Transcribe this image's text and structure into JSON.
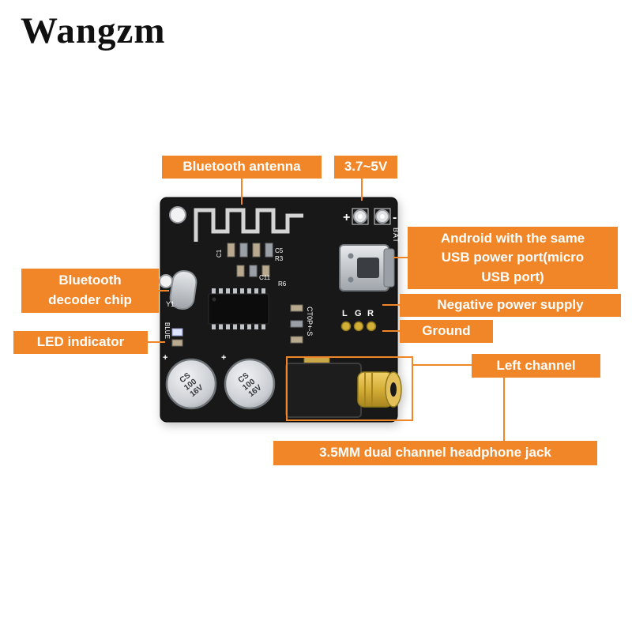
{
  "logo": {
    "text": "Wangzm"
  },
  "colors": {
    "accent": "#f08627",
    "board": "#181818",
    "gold": "#d4af37",
    "label_text": "#ffffff"
  },
  "labels": {
    "antenna": "Bluetooth antenna",
    "voltage": "3.7~5V",
    "android": "Android with the same\nUSB power port(micro\nUSB port)",
    "decoder": "Bluetooth\ndecoder chip",
    "negative": "Negative power supply",
    "ground": "Ground",
    "led": "LED indicator",
    "left_channel": "Left channel",
    "jack": "3.5MM dual channel headphone jack"
  },
  "silk": {
    "plus": "+",
    "minus": "-",
    "bat": "BAT",
    "c1": "C1",
    "c5": "C5",
    "r3": "R3",
    "c11": "C11",
    "r6": "R6",
    "y1": "Y1",
    "blue": "BLUE",
    "ctop": "CT0P+-S",
    "l": "L",
    "g": "G",
    "r": "R",
    "cap_l1": "CS",
    "cap_l2": "100",
    "cap_l3": "16V"
  }
}
